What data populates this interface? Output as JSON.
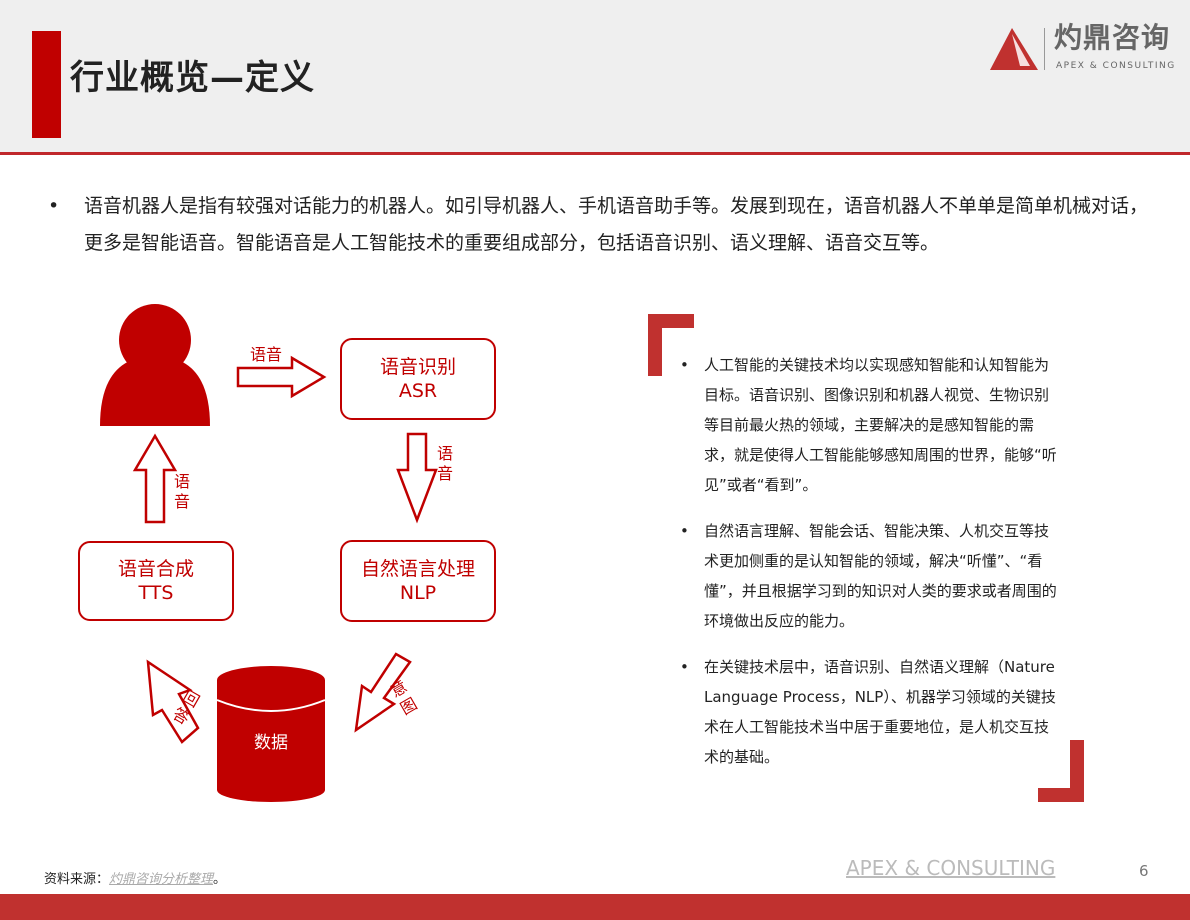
{
  "header": {
    "title": "行业概览—定义",
    "logo_cn": "灼鼎咨询",
    "logo_en": "APEX & CONSULTING"
  },
  "intro": {
    "bullet": "•",
    "text": "语音机器人是指有较强对话能力的机器人。如引导机器人、手机语音助手等。发展到现在，语音机器人不单单是简单机械对话，更多是智能语音。智能语音是人工智能技术的重要组成部分，包括语音识别、语义理解、语音交互等。"
  },
  "diagram": {
    "asr": {
      "cn": "语音识别",
      "en": "ASR"
    },
    "nlp": {
      "cn": "自然语言处理",
      "en": "NLP"
    },
    "tts": {
      "cn": "语音合成",
      "en": "TTS"
    },
    "db": "数据",
    "arrow_user_asr": "语音",
    "arrow_asr_nlp": "语音",
    "arrow_tts_user": "语音",
    "arrow_nlp_db": "意图",
    "arrow_db_tts": "回答"
  },
  "points": [
    "人工智能的关键技术均以实现感知智能和认知智能为目标。语音识别、图像识别和机器人视觉、生物识别等目前最火热的领域，主要解决的是感知智能的需求，就是使得人工智能能够感知周围的世界，能够“听见”或者“看到”。",
    "自然语言理解、智能会话、智能决策、人机交互等技术更加侧重的是认知智能的领域，解决“听懂”、“看懂”，并且根据学习到的知识对人类的要求或者周围的环境做出反应的能力。",
    "在关键技术层中，语音识别、自然语义理解（Nature Language Process，NLP）、机器学习领域的关键技术在人工智能技术当中居于重要地位，是人机交互技术的基础。"
  ],
  "footer": {
    "source_label": "资料来源：",
    "source_link": "灼鼎咨询分析整理",
    "source_end": "。",
    "brand": "APEX & CONSULTING",
    "page": "6"
  },
  "colors": {
    "accent": "#c00000",
    "footer_bar": "#c0312f"
  }
}
